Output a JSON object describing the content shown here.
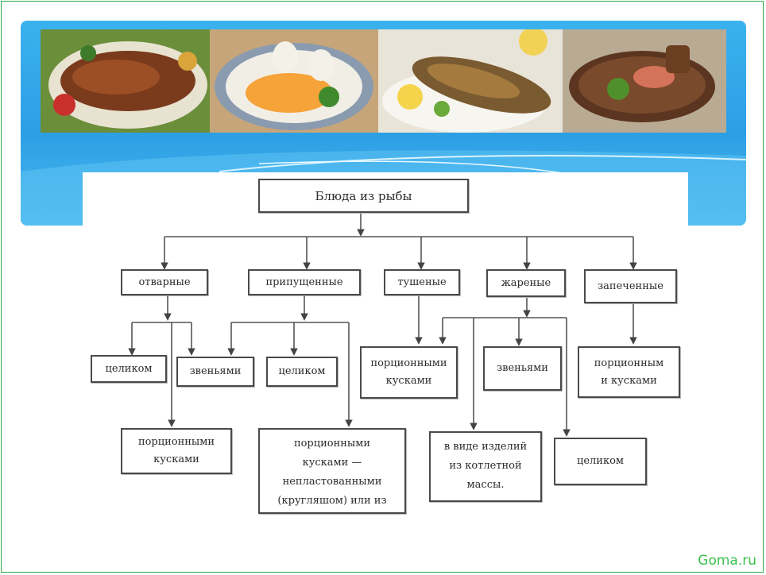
{
  "diagram": {
    "root": "Блюда из рыбы",
    "categories": {
      "boiled": "отварные",
      "poached": "припущенные",
      "stewed": "тушеные",
      "fried": "жареные",
      "baked": "запеченные"
    },
    "leaves": {
      "boiled_whole": "целиком",
      "boiled_links": "звеньями",
      "boiled_portions": [
        "порционными",
        "кусками"
      ],
      "poached_whole": "целиком",
      "poached_portions": [
        "порционными",
        "кусками —",
        "неплaстованными",
        "(кругляшом) или из"
      ],
      "stewed_portions": [
        "порционными",
        "кусками"
      ],
      "fried_links": "звеньями",
      "fried_cutlet": [
        "в виде изделий",
        "из котлетной",
        "массы."
      ],
      "fried_whole": "целиком",
      "baked_portions": [
        "порционным",
        "и кусками"
      ]
    }
  },
  "footer": {
    "credit": "Goma.ru"
  },
  "colors": {
    "banner": "#2c9fe4",
    "border": "#2aa84a",
    "credit": "#3cc24e"
  }
}
